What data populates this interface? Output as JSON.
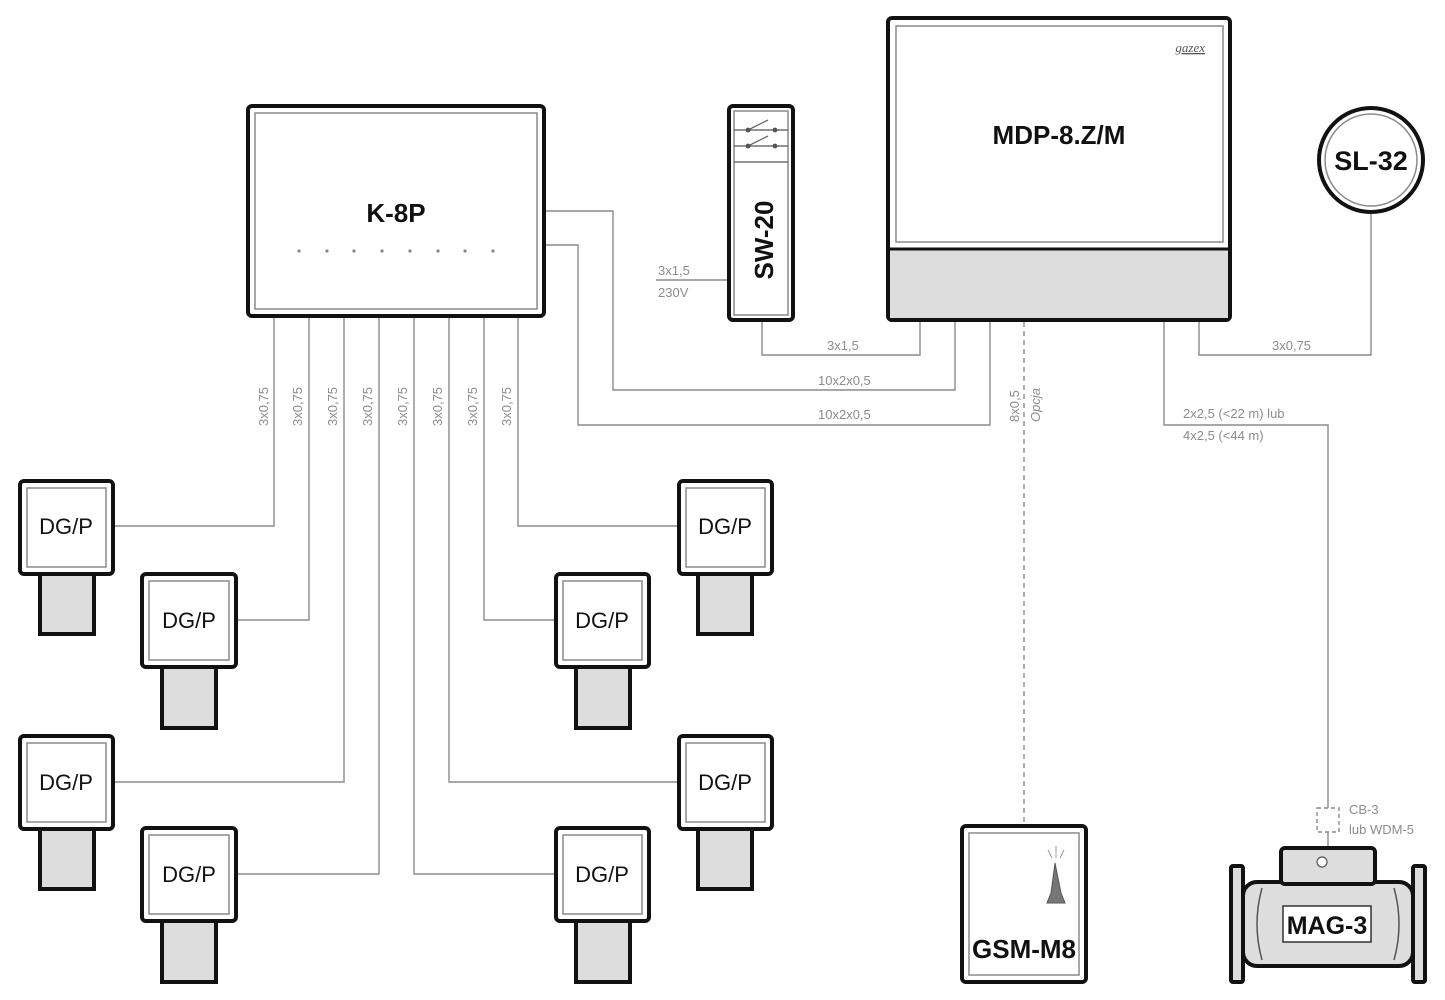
{
  "devices": {
    "k8p": "K-8P",
    "sw20": "SW-20",
    "mdp": "MDP-8.Z/M",
    "brand": "gazex",
    "sl32": "SL-32",
    "gsm": "GSM-M8",
    "mag3": "MAG-3",
    "dgp": "DG/P"
  },
  "wires": {
    "k8p_sensor_cable": "3x0,75",
    "power_cable": "3x1,5",
    "power_voltage": "230V",
    "sw_to_mdp": "3x1,5",
    "k8p_to_mdp_1": "10x2x0,5",
    "k8p_to_mdp_2": "10x2x0,5",
    "gsm_cable": "8x0,5",
    "gsm_option": "Opcja",
    "sl32_cable": "3x0,75",
    "mag_cable_1": "2x2,5 (<22 m) lub",
    "mag_cable_2": "4x2,5 (<44 m)",
    "mag_box_1": "CB-3",
    "mag_box_2": "lub WDM-5"
  }
}
